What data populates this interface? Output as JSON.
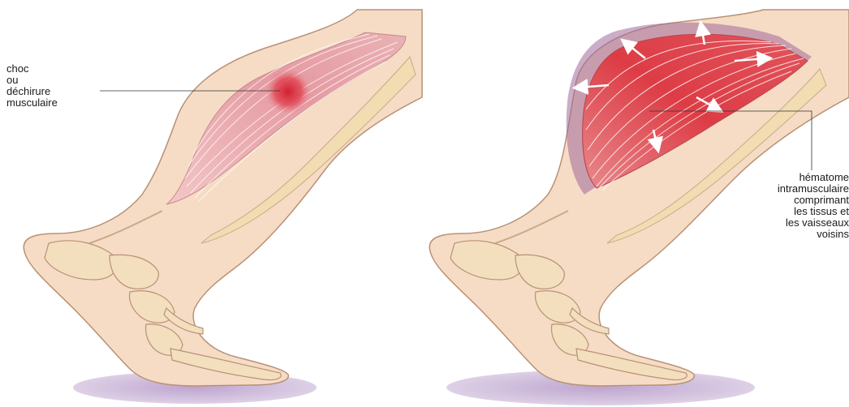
{
  "colors": {
    "skin": "#f3d7be",
    "skin_outline": "#b89176",
    "bone": "#f2dcb1",
    "muscle": "#e7a6ae",
    "muscle_dark": "#d9414f",
    "bruise": "#a06a9b",
    "shadow": "#c9b5d6"
  },
  "left_panel": {
    "label_lines": [
      "choc",
      "ou",
      "déchirure",
      "musculaire"
    ]
  },
  "right_panel": {
    "label_lines": [
      "hématome",
      "intramusculaire",
      "comprimant",
      "les tissus et",
      "les vaisseaux",
      "voisins"
    ]
  }
}
